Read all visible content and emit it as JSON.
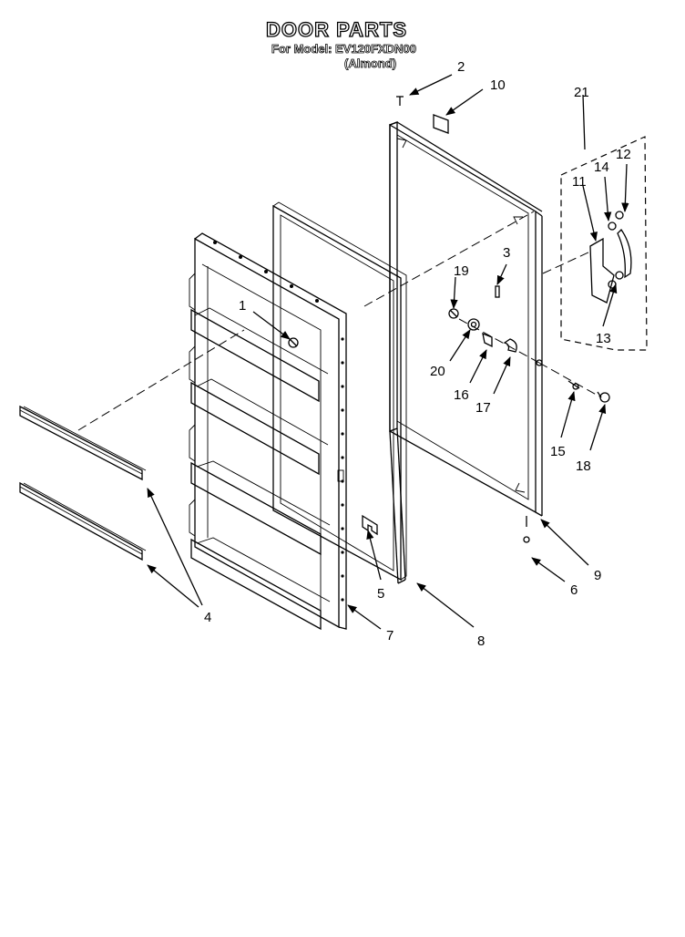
{
  "header": {
    "title": "DOOR PARTS",
    "model_line": "For Model: EV120FXDN00",
    "color_line": "(Almond)"
  },
  "callouts": [
    "1",
    "2",
    "3",
    "4",
    "5",
    "6",
    "7",
    "8",
    "9",
    "10",
    "11",
    "12",
    "13",
    "14",
    "15",
    "16",
    "17",
    "18",
    "19",
    "20",
    "21"
  ]
}
